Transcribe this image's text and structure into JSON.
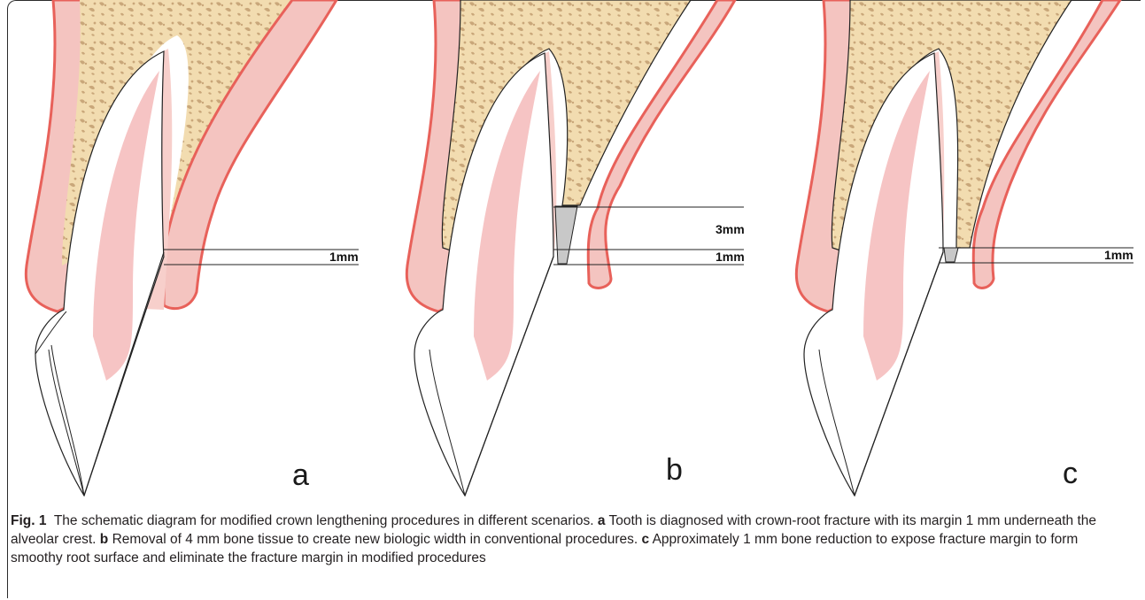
{
  "panels": [
    {
      "letter": "a",
      "measurements": [
        {
          "label": "1mm"
        }
      ]
    },
    {
      "letter": "b",
      "measurements": [
        {
          "label": "3mm"
        },
        {
          "label": "1mm"
        }
      ]
    },
    {
      "letter": "c",
      "measurements": [
        {
          "label": "1mm"
        }
      ]
    }
  ],
  "caption": {
    "fig_label": "Fig. 1",
    "intro": "The schematic diagram for modified crown lengthening procedures in different scenarios.",
    "a_letter": "a",
    "a_text": "Tooth is diagnosed with crown-root fracture with its margin 1 mm underneath the alveolar crest.",
    "b_letter": "b",
    "b_text": "Removal of 4 mm bone tissue to create new biologic width in conventional procedures.",
    "c_letter": "c",
    "c_text": "Approximately 1 mm bone reduction to expose fracture margin to form smoothy root surface and eliminate the fracture margin in modified procedures"
  },
  "colors": {
    "gingiva": "#f4c4c0",
    "gingiva_edge": "#e8615a",
    "bone": "#f2dcb0",
    "bone_texture": "#c9a77a",
    "pulp": "#f6c4c4",
    "enamel": "#ffffff",
    "outline": "#222222"
  }
}
